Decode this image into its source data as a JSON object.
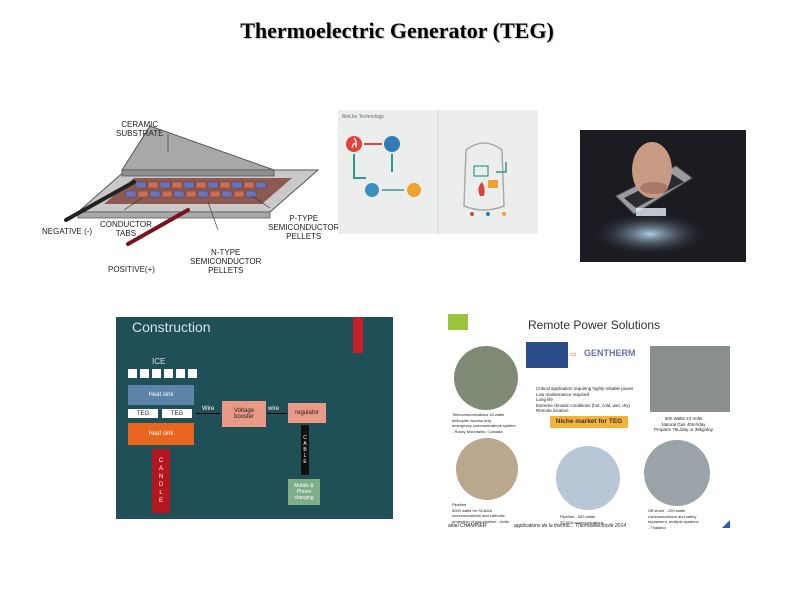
{
  "page": {
    "title": "Thermoelectric Generator (TEG)"
  },
  "teg_diagram": {
    "labels": {
      "ceramic": "CERAMIC\nSUBSTRATE",
      "negative": "NEGATIVE (-)",
      "conductor": "CONDUCTOR\nTABS",
      "positive": "POSITIVE(+)",
      "ntype": "N-TYPE\nSEMICONDUCTOR\nPELLETS",
      "ptype": "P-TYPE\nSEMICONDUCTOR\nPELLETS"
    }
  },
  "biolite": {
    "heading": "BioLite Technology"
  },
  "construction": {
    "title": "Construction",
    "ice": "ICE",
    "heat_sink_top": "Heat sink",
    "teg1": "TEG",
    "teg2": "TEG",
    "heat_sink_bottom": "Heat sink",
    "candle": "C\nA\nN\nD\nL\nE",
    "wire1": "Wire",
    "voltage_booster": "Voltage\nbooster",
    "wire2": "wire",
    "regulator": "regulator",
    "cable": "C\nA\nB\nL\nE",
    "charging": "Mobile &\nPhone\ncharging"
  },
  "remote_power": {
    "title": "Remote Power Solutions",
    "brand": "GENTHERM",
    "bullets": "Critical application requiring highly reliable power\nLow maintenance required\nLong life\nExtreme climatic conditions (hot, cold, wet, dry)\nRemote location",
    "niche": "Niche market for TEG",
    "spec": "500 Watts 24 Volts\nNatural Gas 40m³/day\nPropane 76L/day or 38kg/day",
    "telecom": "Telecommunications 30 watts\nhelicopter access only\nemergency communications system\n- Rocky Mountains / Canada",
    "pipeline1": "Pipeline\n5000 watts for SCADA\ncommunications and cathodic\nprotection of gas pipeline - India",
    "pipeline2": "Pipeline - 500 watts\nSCADA communications",
    "offshore": "Off shore - 200 watts\ncommunications and safety\nequipment, multiple systems\n- Thailand",
    "footer_left": "aniel CHAMPIER",
    "footer_mid": "applications de la thermo... Thermoélectricité 2014"
  }
}
